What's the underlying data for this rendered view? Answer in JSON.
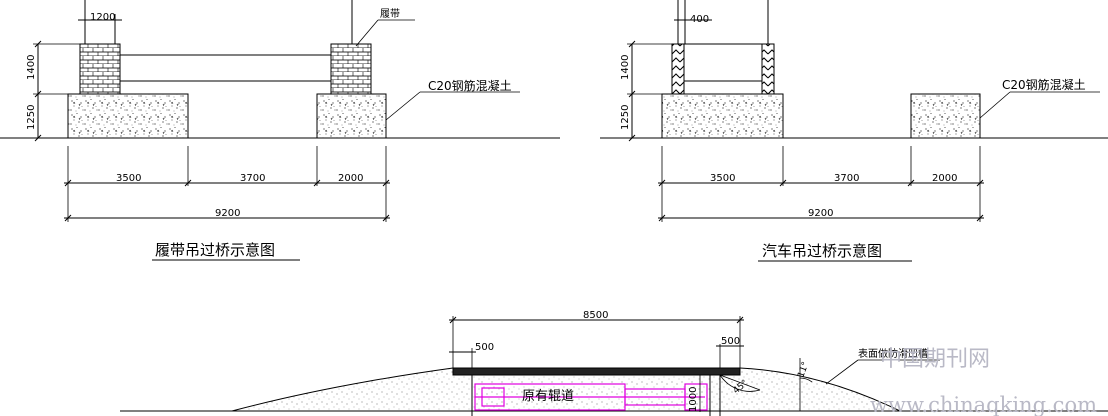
{
  "diagram_left": {
    "title": "履带吊过桥示意图",
    "top_dim": "1200",
    "h_upper": "1400",
    "h_lower": "1250",
    "track_label": "履带",
    "concrete_label": "C20钢筋混凝土",
    "spans": [
      "3500",
      "3700",
      "2000"
    ],
    "total": "9200"
  },
  "diagram_right": {
    "title": "汽车吊过桥示意图",
    "top_dim": "400",
    "h_upper": "1400",
    "h_lower": "1250",
    "concrete_label": "C20钢筋混凝土",
    "spans": [
      "3500",
      "3700",
      "2000"
    ],
    "total": "9200"
  },
  "diagram_bottom": {
    "total_width": "8500",
    "left_end": "500",
    "right_end": "500",
    "depth": "1000",
    "road_label": "原有辊道",
    "surface_label": "表面做防滑凹槽",
    "slope_angle": "11°",
    "arc_angle": "45°"
  },
  "watermark": {
    "cn": "中国期刊网",
    "url": "www.chinaqking.com"
  }
}
